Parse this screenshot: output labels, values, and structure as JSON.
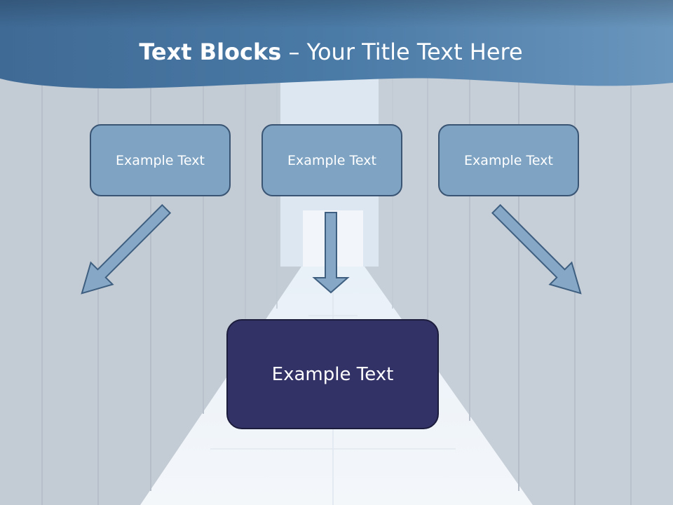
{
  "title": {
    "bold": "Text Blocks",
    "dash": " – ",
    "rest": "Your Title Text Here"
  },
  "blocks": {
    "left": "Example Text",
    "middle": "Example Text",
    "right": "Example Text",
    "result": "Example Text"
  },
  "colors": {
    "header": "#4a7aa6",
    "block_fill": "#7ea3c3",
    "block_border": "#3a5574",
    "result_fill": "#333266",
    "arrow_fill": "#86a8c6",
    "arrow_stroke": "#3f5f80"
  }
}
